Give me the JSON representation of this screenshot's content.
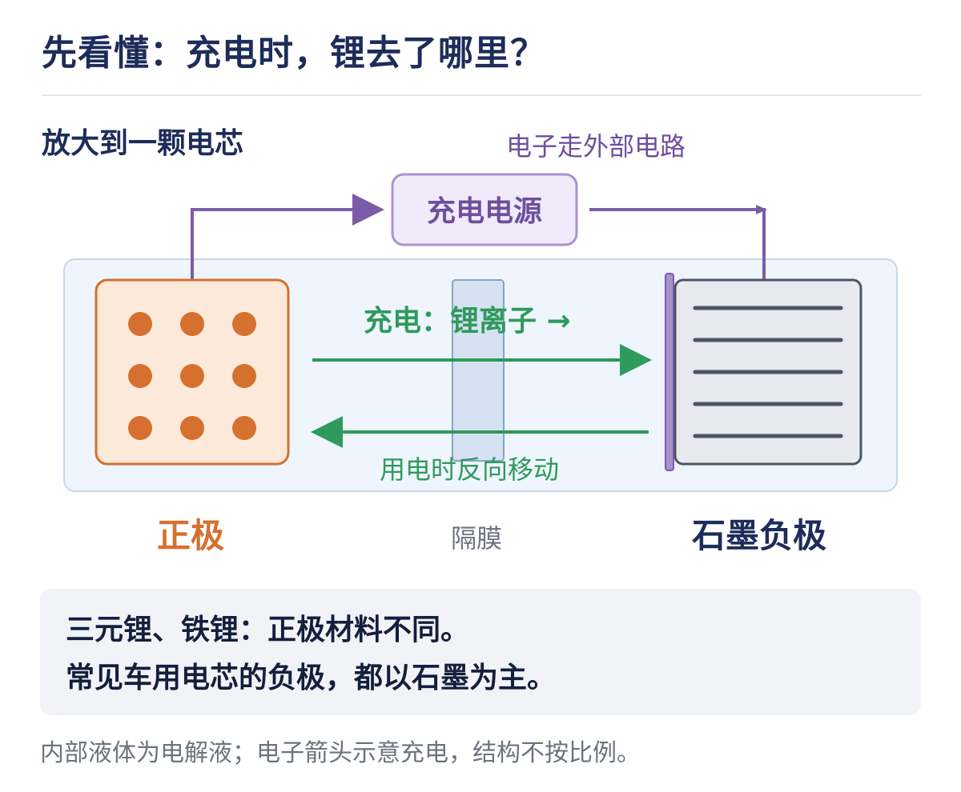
{
  "title": "先看懂：充电时，锂去了哪里？",
  "subtitle": "放大到一颗电芯",
  "electron_path_label": "电子走外部电路",
  "power_source": "充电电源",
  "charge_label": "充电：锂离子 →",
  "discharge_label": "用电时反向移动",
  "positive_label": "正极",
  "separator_label": "隔膜",
  "negative_label": "石墨负极",
  "note": {
    "line1": "三元锂、铁锂：正极材料不同。",
    "line2": "常见车用电芯的负极，都以石墨为主。"
  },
  "footnote": "内部液体为电解液；电子箭头示意充电，结构不按比例。",
  "colors": {
    "positive": "#d5702f",
    "positive_fill": "#fde9d9",
    "electron": "#7c5ca8",
    "ion": "#2f9a5c",
    "separator": "#d6e2f2",
    "graphite": "#4b5568",
    "cell_bg": "#eef5fd"
  }
}
